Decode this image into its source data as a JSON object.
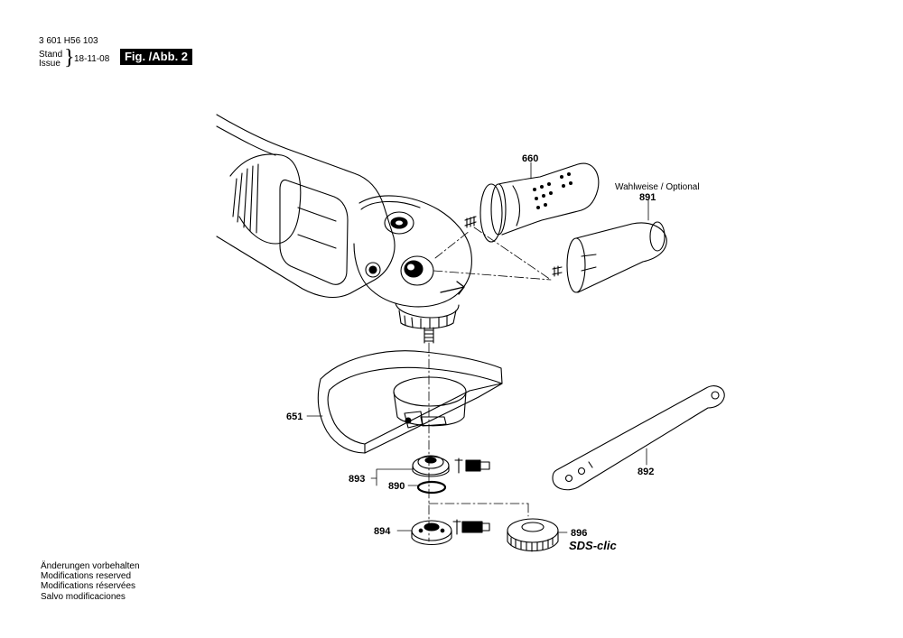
{
  "header": {
    "doc_number": "3 601 H56 103",
    "stand_label": "Stand",
    "issue_label": "Issue",
    "date": "18-11-08",
    "figure_label": "Fig. /Abb. 2"
  },
  "parts": {
    "handle_grip": "660",
    "optional_note": "Wahlweise / Optional",
    "side_handle": "891",
    "guard": "651",
    "spanner": "892",
    "flange_set": "893",
    "o_ring": "890",
    "clamping_nut": "894",
    "quick_nut": "896",
    "quick_nut_system": "SDS-clic"
  },
  "notes": [
    "Änderungen vorbehalten",
    "Modifications reserved",
    "Modifications réservées",
    "Salvo modificaciones"
  ]
}
